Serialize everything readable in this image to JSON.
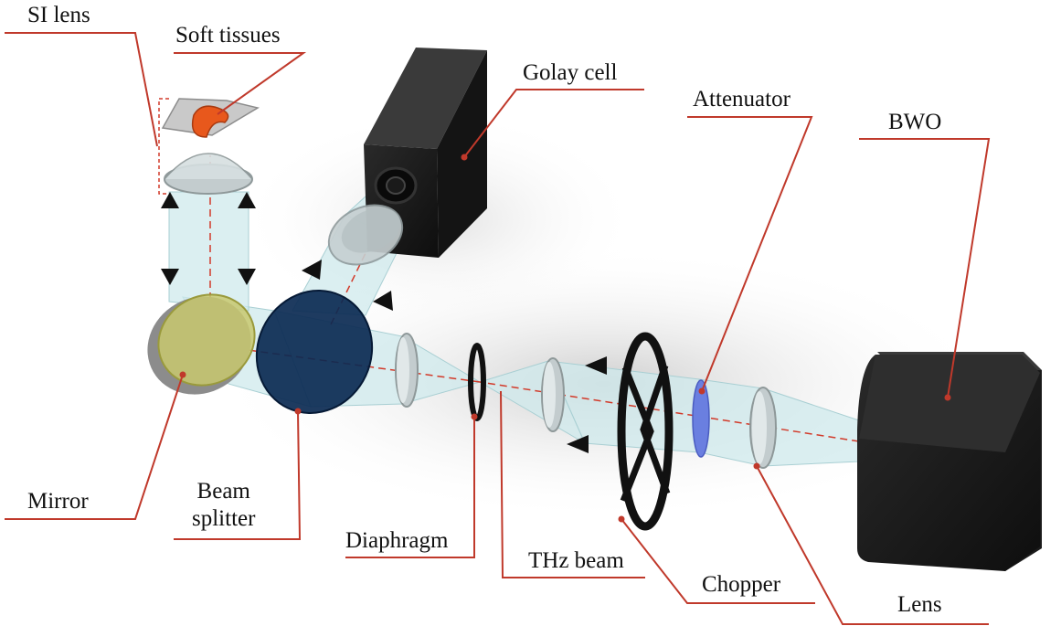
{
  "labels": {
    "si_lens": "SI lens",
    "soft_tissues": "Soft tissues",
    "golay_cell": "Golay cell",
    "attenuator": "Attenuator",
    "bwo": "BWO",
    "mirror": "Mirror",
    "beam_splitter_line1": "Beam",
    "beam_splitter_line2": "splitter",
    "diaphragm": "Diaphragm",
    "thz_beam": "THz beam",
    "chopper": "Chopper",
    "lens": "Lens"
  },
  "colors": {
    "leader": "#c0392b",
    "beam": "#cfeaec",
    "device": "#1c1c1c",
    "beam_splitter": "#0b2a52",
    "mirror_face": "#c8c86e",
    "attenuator": "#6a7fe0",
    "tissue": "#e8581c"
  }
}
